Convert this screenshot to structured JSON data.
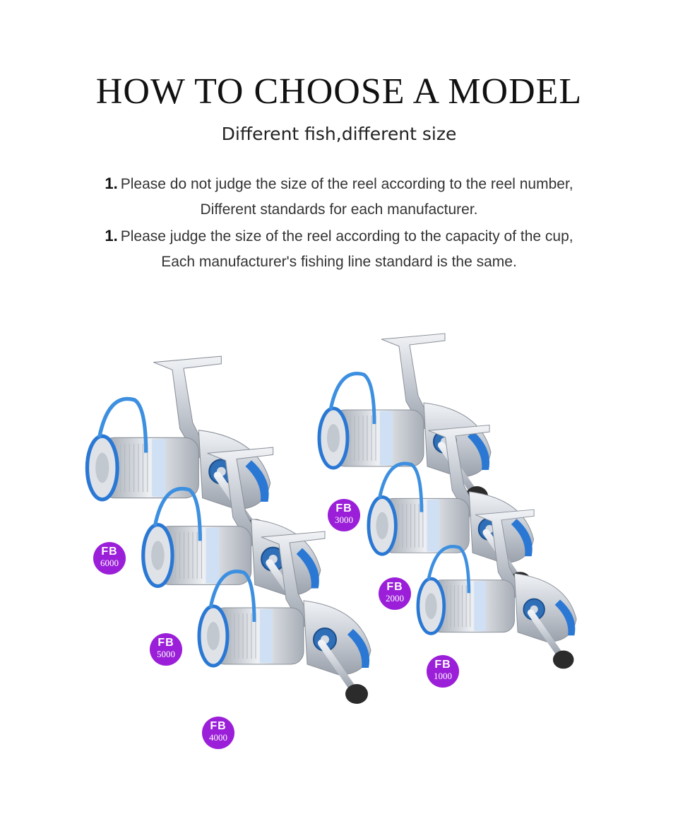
{
  "header": {
    "title": "HOW TO CHOOSE A MODEL",
    "subtitle": "Different fish,different size"
  },
  "notes": [
    {
      "number": "1.",
      "text": "Please do not judge the size of the reel according to the reel number,"
    },
    {
      "text": "Different standards for each manufacturer."
    },
    {
      "number": "1.",
      "text": "Please judge the size of the reel according to the capacity of the cup,"
    },
    {
      "text": "Each manufacturer's fishing line standard is the same."
    }
  ],
  "reels": [
    {
      "brand": "FB",
      "model": "6000"
    },
    {
      "brand": "FB",
      "model": "5000"
    },
    {
      "brand": "FB",
      "model": "4000"
    },
    {
      "brand": "FB",
      "model": "3000"
    },
    {
      "brand": "FB",
      "model": "2000"
    },
    {
      "brand": "FB",
      "model": "1000"
    }
  ],
  "colors": {
    "badge": "#9b1fd8",
    "line_blue": "#3d8fe0",
    "metal": "#c9ced6",
    "accent_blue": "#2a78d4"
  }
}
